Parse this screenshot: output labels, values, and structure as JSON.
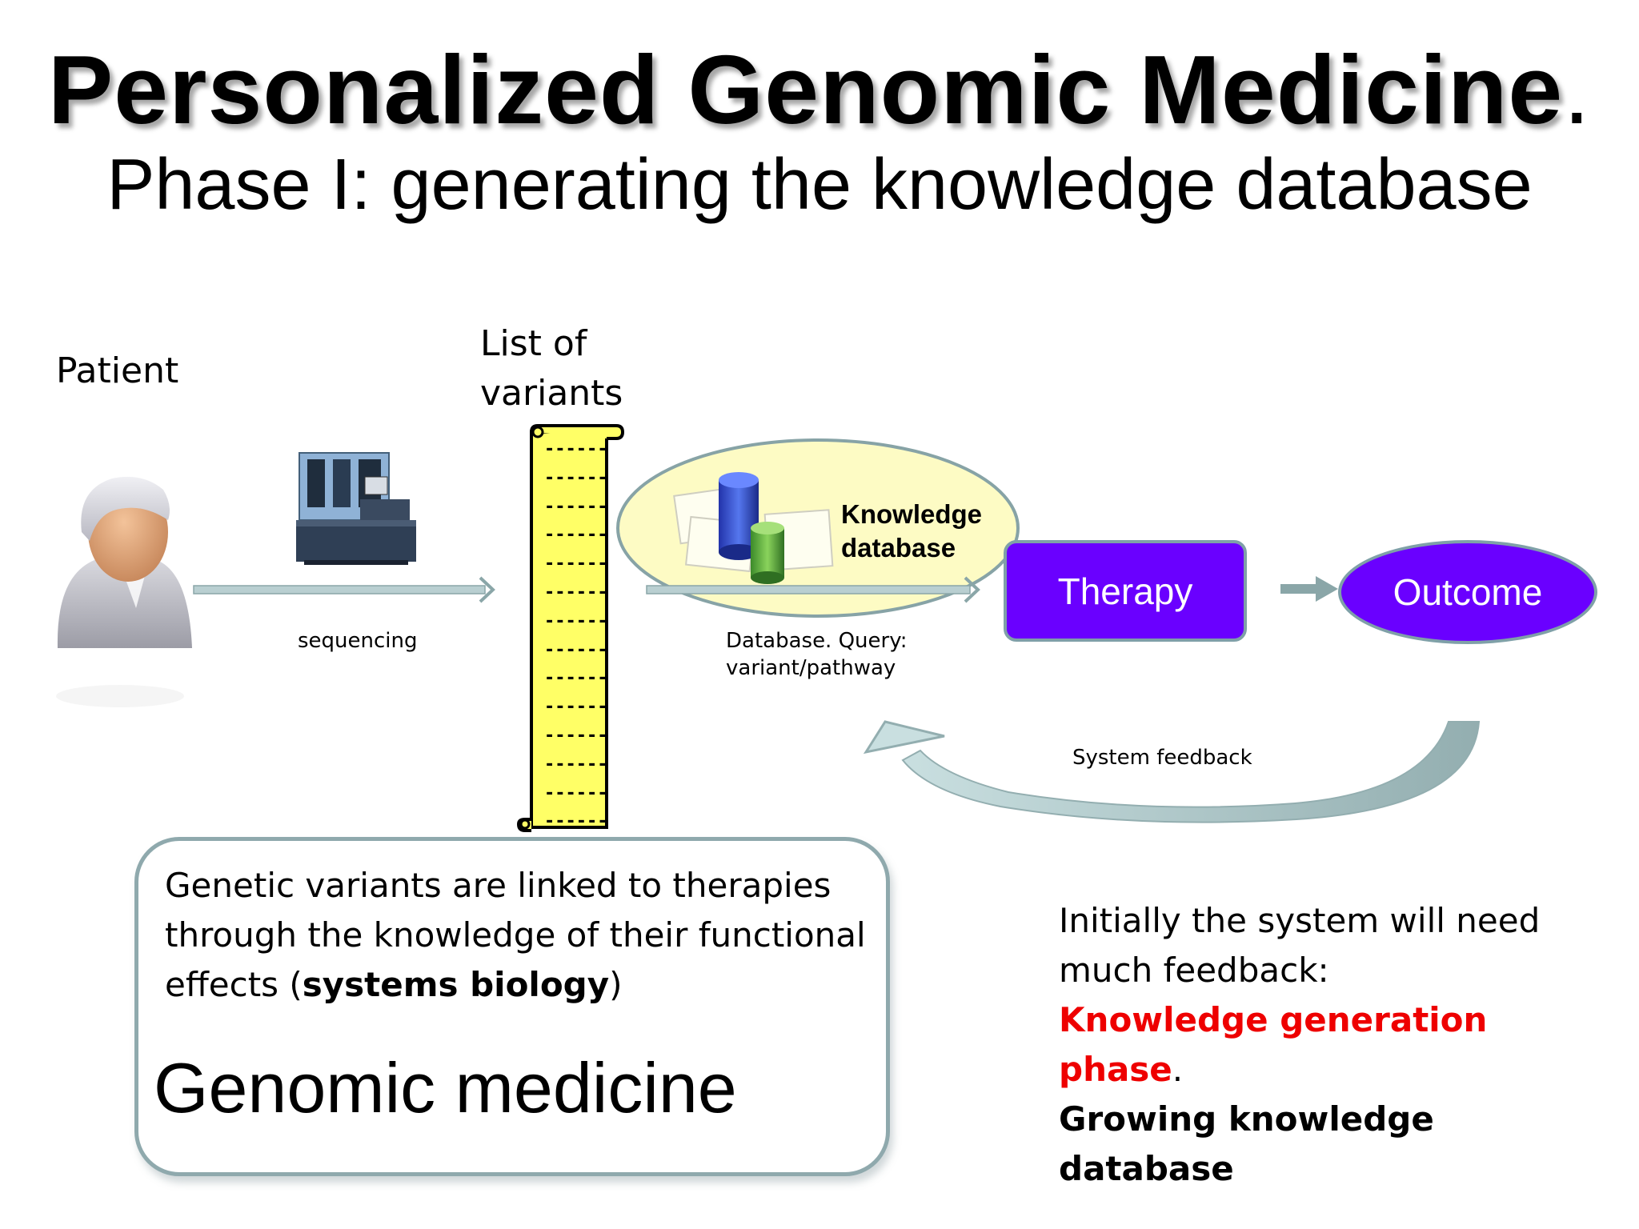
{
  "title": {
    "main": "Personalized Genomic Medicine",
    "dot": ".",
    "subtitle": "Phase I: generating the knowledge database"
  },
  "diagram": {
    "patient_label": "Patient",
    "variants_label_line1": "List of",
    "variants_label_line2": "variants",
    "variant_rows": [
      "------",
      "------",
      "------",
      "------",
      "------",
      "------",
      "------",
      "------",
      "------",
      "------",
      "------",
      "------",
      "------",
      "------"
    ],
    "sequencing_label": "sequencing",
    "knowledge_db_line1": "Knowledge",
    "knowledge_db_line2": "database",
    "query_label_line1": "Database. Query:",
    "query_label_line2": "variant/pathway",
    "therapy_label": "Therapy",
    "outcome_label": "Outcome",
    "feedback_label": "System feedback"
  },
  "summary": {
    "text_part1": "Genetic variants are linked to therapies through the knowledge of their functional effects (",
    "text_bold": "systems biology",
    "text_part2": ")",
    "heading": "Genomic medicine"
  },
  "side_note": {
    "line1": "Initially the system will need much feedback:",
    "red_text": "Knowledge generation phase",
    "after_red": ".",
    "bold_text": "Growing knowledge database"
  },
  "colors": {
    "accent_purple": "#6a00ff",
    "scroll_yellow": "#ffff66",
    "ellipse_fill": "#fdfbc4",
    "arrow_gray": "#94aeb0",
    "alert_red": "#ee0000"
  }
}
